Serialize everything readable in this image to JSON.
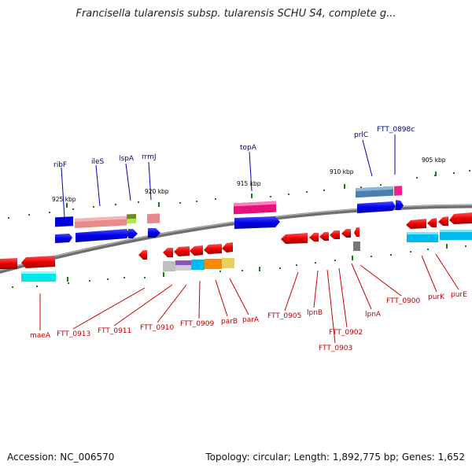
{
  "title": "Francisella tularensis subsp. tularensis SCHU S4, complete g...",
  "footer": {
    "accession": "Accession: NC_006570",
    "stats": "Topology: circular; Length: 1,892,775 bp; Genes: 1,652"
  },
  "scale": {
    "ticks": [
      "925 kbp",
      "920 kbp",
      "915 kbp",
      "910 kbp",
      "905 kbp"
    ]
  },
  "genes_top": [
    "ribF",
    "ileS",
    "lspA",
    "rrmJ",
    "topA",
    "prlC",
    "FTT_0898c"
  ],
  "genes_bottom": [
    "maeA",
    "FTT_0913",
    "FTT_0911",
    "FTT_0910",
    "FTT_0909",
    "parB",
    "parA",
    "FTT_0905",
    "lpnB",
    "FTT_0903",
    "FTT_0902",
    "lpnA",
    "FTT_0900",
    "purK",
    "purE"
  ],
  "colors": {
    "forward": "#0000e0",
    "reverse": "#e00000",
    "label_forward": "#00008b",
    "label_reverse": "#c00000",
    "backbone": "#808080",
    "tick": "#1a7a1a"
  }
}
